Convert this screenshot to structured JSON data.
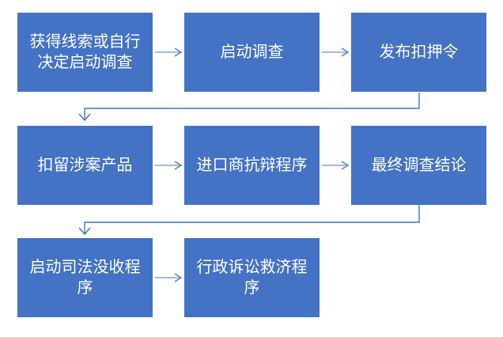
{
  "diagram": {
    "type": "flowchart",
    "background": "#FFFFFF",
    "colors": {
      "box_fill": "#4472C4",
      "box_text": "#FFFFFF",
      "connector": "#4472C4",
      "arrow_shaft": "#A6BAE2",
      "arrow_head": "#5B83CB"
    },
    "steps": [
      {
        "id": "step-1",
        "label": "获得线索或自行决定启动调查",
        "lines": [
          "获得线索或自行",
          "决定启动调查"
        ]
      },
      {
        "id": "step-2",
        "label": "启动调查",
        "lines": [
          "启动调查"
        ]
      },
      {
        "id": "step-3",
        "label": "发布扣押令",
        "lines": [
          "发布扣押令"
        ]
      },
      {
        "id": "step-4",
        "label": "扣留涉案产品",
        "lines": [
          "扣留涉案产品"
        ]
      },
      {
        "id": "step-5",
        "label": "进口商抗辩程序",
        "lines": [
          "进口商抗辩程序"
        ]
      },
      {
        "id": "step-6",
        "label": "最终调查结论",
        "lines": [
          "最终调查结论"
        ]
      },
      {
        "id": "step-7",
        "label": "启动司法没收程序",
        "lines": [
          "启动司法没收程",
          "序"
        ]
      },
      {
        "id": "step-8",
        "label": "行政诉讼救济程序",
        "lines": [
          "行政诉讼救济程",
          "序"
        ]
      }
    ],
    "connections": [
      {
        "from": "step-1",
        "to": "step-2",
        "style": "straight-arrow"
      },
      {
        "from": "step-2",
        "to": "step-3",
        "style": "straight-arrow"
      },
      {
        "from": "step-3",
        "to": "step-4",
        "style": "elbow-arrow"
      },
      {
        "from": "step-4",
        "to": "step-5",
        "style": "straight-arrow"
      },
      {
        "from": "step-5",
        "to": "step-6",
        "style": "straight-arrow"
      },
      {
        "from": "step-6",
        "to": "step-7",
        "style": "elbow-arrow"
      },
      {
        "from": "step-7",
        "to": "step-8",
        "style": "straight-arrow"
      }
    ]
  }
}
